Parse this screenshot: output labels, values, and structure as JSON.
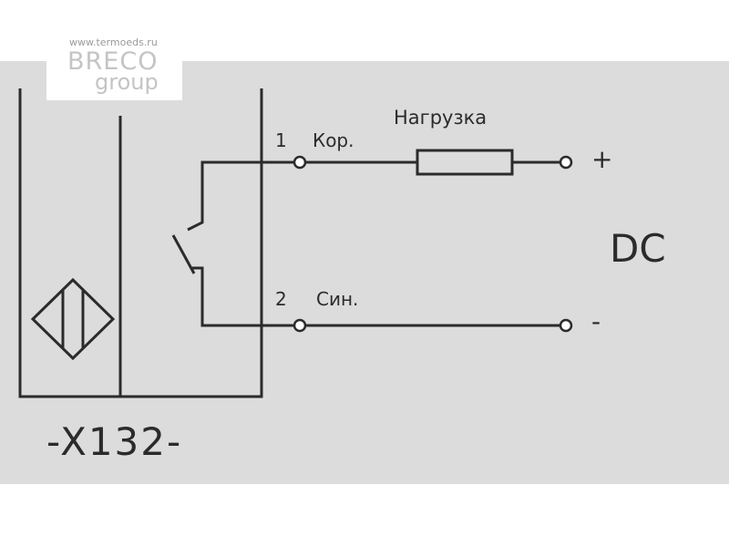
{
  "watermark": {
    "site": "www.termoeds.ru",
    "brand": "BRECO",
    "sub": "group"
  },
  "pins": [
    {
      "number": "1",
      "label": "Кор."
    },
    {
      "number": "2",
      "label": "Син."
    }
  ],
  "load_label": "Нагрузка",
  "supply": {
    "plus": "+",
    "minus": "-",
    "type": "DC"
  },
  "model_label": "-X132-",
  "colors": {
    "background_band": "#dcdcdc",
    "line": "#2b2b2b",
    "watermark": "#c4c4c4"
  },
  "icons": [
    "proximity-sensor-symbol-icon",
    "switch-contact-icon",
    "resistor-icon",
    "terminal-icon"
  ]
}
